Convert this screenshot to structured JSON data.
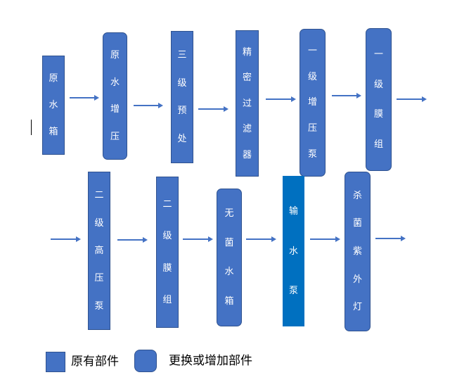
{
  "row1": [
    {
      "label": "原水箱",
      "kind": "original"
    },
    {
      "label": "原水增压",
      "kind": "new"
    },
    {
      "label": "三级预处",
      "kind": "original"
    },
    {
      "label": "精密过滤器",
      "kind": "original"
    },
    {
      "label": "一级增压泵",
      "kind": "new"
    },
    {
      "label": "一级膜组",
      "kind": "new"
    }
  ],
  "row2": [
    {
      "label": "二级高压泵",
      "kind": "original"
    },
    {
      "label": "二级膜组",
      "kind": "original"
    },
    {
      "label": "无菌水箱",
      "kind": "new"
    },
    {
      "label": "输水泵",
      "kind": "original"
    },
    {
      "label": "杀菌紫外灯",
      "kind": "new"
    }
  ],
  "legend": {
    "original": "原有部件",
    "new": "更换或增加部件"
  },
  "colors": {
    "box_fill": "#4472c4",
    "box_border": "#2f528f",
    "pump_fill": "#0070c0",
    "arrow": "#4472c4",
    "text": "#ffffff"
  }
}
